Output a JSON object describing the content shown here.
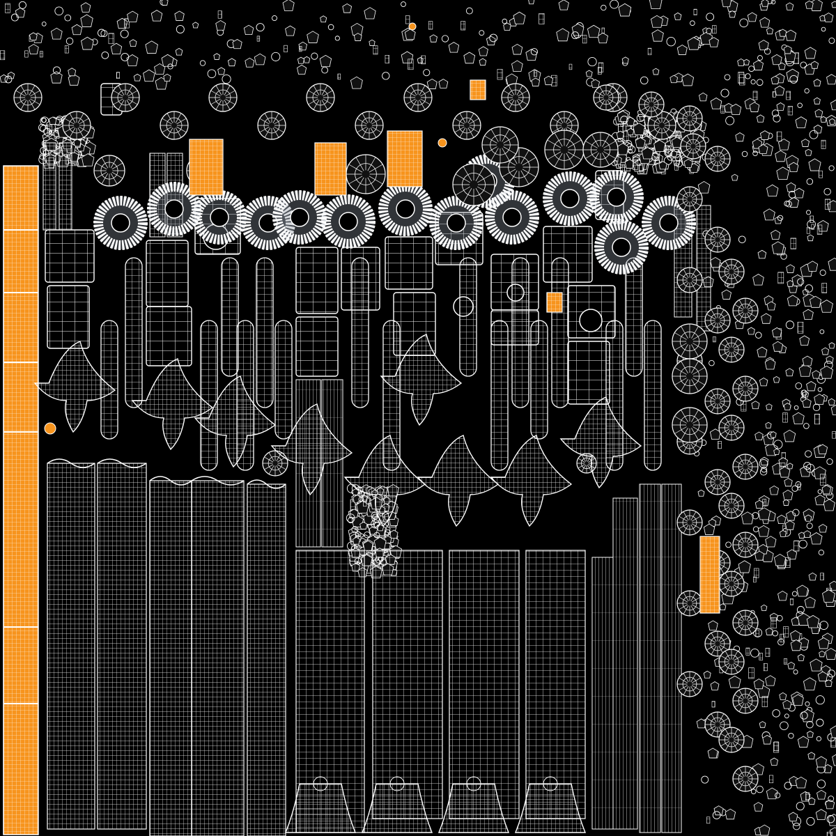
{
  "palette": {
    "background": "#000000",
    "wire": "#ffffff",
    "fill_dark": "#2a2a2a",
    "fill_grey": "#8d96a0",
    "accent": "#f7941d"
  },
  "islands": {
    "tall_bands": 6,
    "lower_bands": 4,
    "rings": 14,
    "wheels": 60,
    "wing_shapes": 9,
    "rounded_strips": 24,
    "grid_panels": 18,
    "small_bits": 1400
  }
}
